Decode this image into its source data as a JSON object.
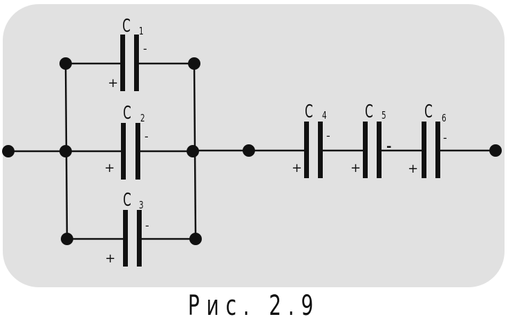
{
  "caption": "Рис. 2.9",
  "capacitors": [
    {
      "letter": "C",
      "index": "1",
      "plus": "+",
      "minus": "-"
    },
    {
      "letter": "C",
      "index": "2",
      "plus": "+",
      "minus": "-"
    },
    {
      "letter": "C",
      "index": "3",
      "plus": "+",
      "minus": "-"
    },
    {
      "letter": "C",
      "index": "4",
      "plus": "+",
      "minus": "-"
    },
    {
      "letter": "C",
      "index": "5",
      "plus": "+",
      "minus": "-"
    },
    {
      "letter": "C",
      "index": "6",
      "plus": "+",
      "minus": "-"
    }
  ],
  "colors": {
    "panel": "#e1e1e1",
    "ink": "#111111"
  }
}
